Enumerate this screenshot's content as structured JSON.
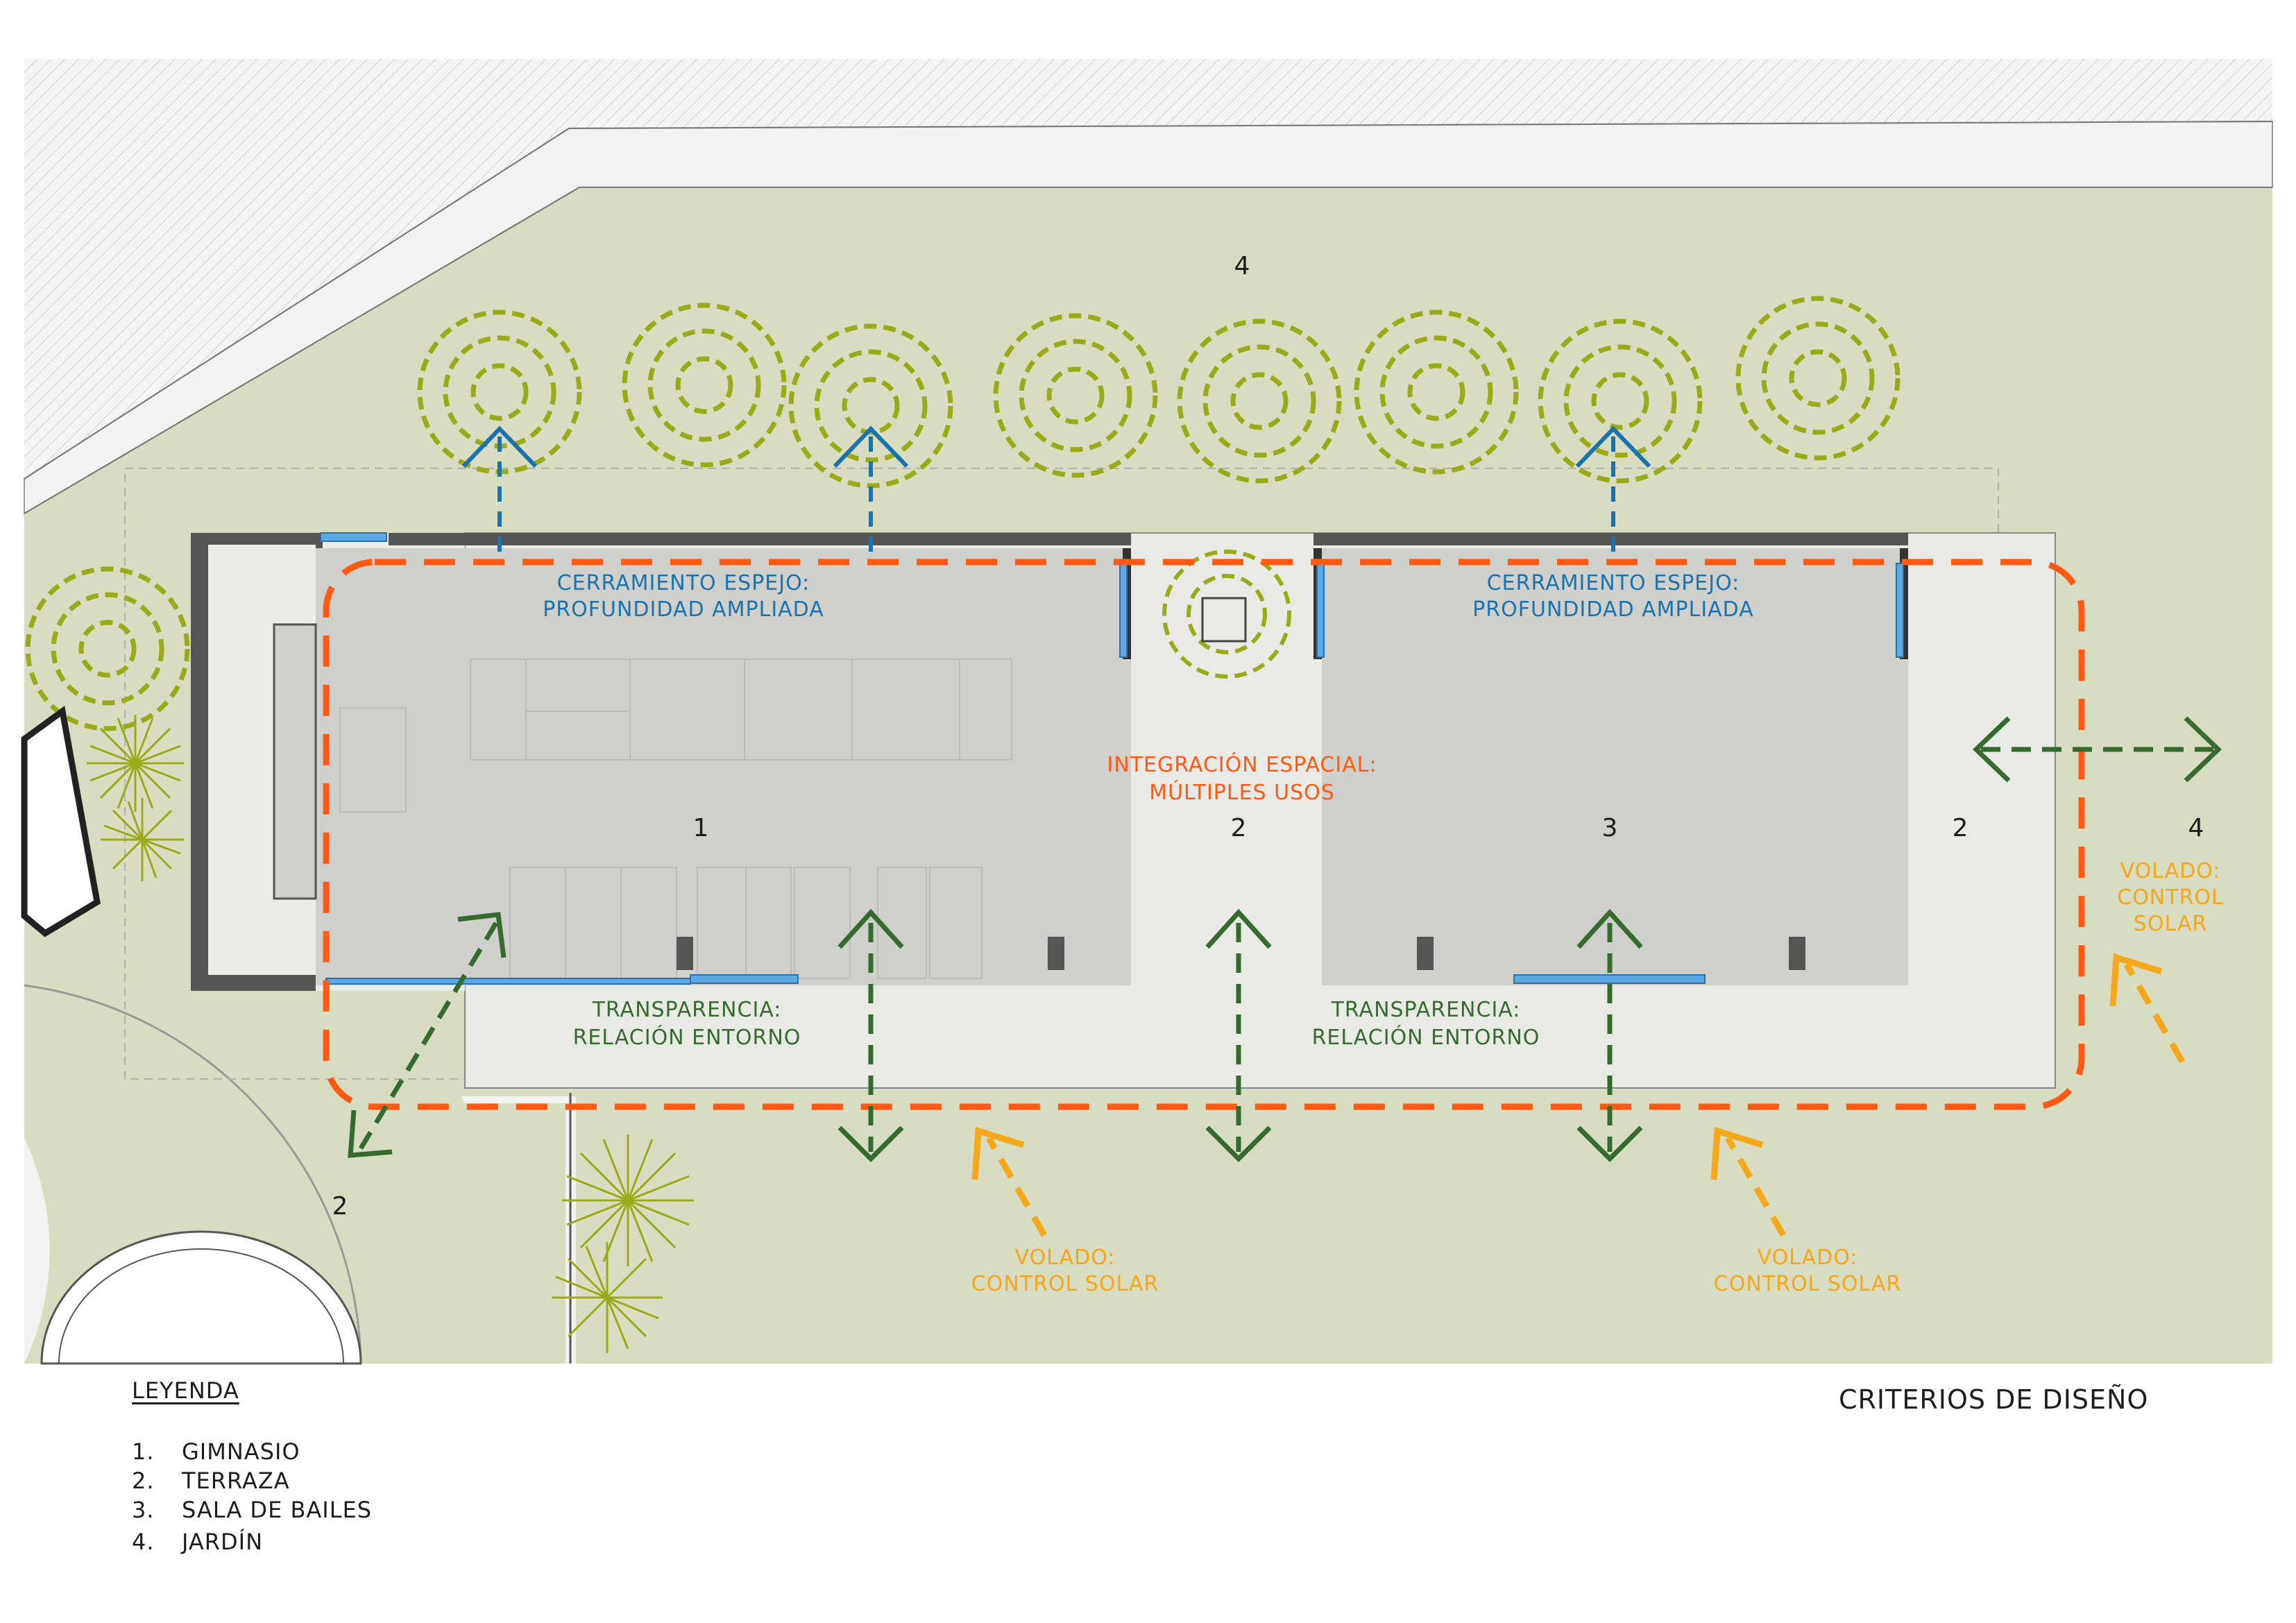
{
  "colors": {
    "garden": "#d8dcc0",
    "street": "#f2f2f2",
    "slab": "#cfcfcb",
    "terrace": "#e9e9e6",
    "wall": "#555555",
    "glass": "#5ba9e6",
    "tree": "#9aab1a",
    "mirror": "#1a73ad",
    "integration": "#ff5a14",
    "transparency": "#366b2e",
    "overhang": "#f5a81c"
  },
  "zones": {
    "gym": "1",
    "terrace_center": "2",
    "dance": "3",
    "terrace_east": "2",
    "garden_north": "4",
    "garden_east": "4",
    "terrace_south": "2"
  },
  "annotations": {
    "mirror_left": [
      "CERRAMIENTO ESPEJO:",
      "PROFUNDIDAD AMPLIADA"
    ],
    "mirror_right": [
      "CERRAMIENTO ESPEJO:",
      "PROFUNDIDAD AMPLIADA"
    ],
    "integration": [
      "INTEGRACIÓN ESPACIAL:",
      "MÚLTIPLES USOS"
    ],
    "transparency_left": [
      "TRANSPARENCIA:",
      "RELACIÓN ENTORNO"
    ],
    "transparency_right": [
      "TRANSPARENCIA:",
      "RELACIÓN ENTORNO"
    ],
    "overhang_east": [
      "VOLADO:",
      "CONTROL",
      "SOLAR"
    ],
    "overhang_south_left": [
      "VOLADO:",
      "CONTROL SOLAR"
    ],
    "overhang_south_right": [
      "VOLADO:",
      "CONTROL SOLAR"
    ]
  },
  "legend": {
    "title": "LEYENDA",
    "items": [
      {
        "num": "1.",
        "label": "GIMNASIO"
      },
      {
        "num": "2.",
        "label": "TERRAZA"
      },
      {
        "num": "3.",
        "label": "SALA DE BAILES"
      },
      {
        "num": "4.",
        "label": "JARDÍN"
      }
    ]
  },
  "sheet_title": "CRITERIOS DE DISEÑO"
}
